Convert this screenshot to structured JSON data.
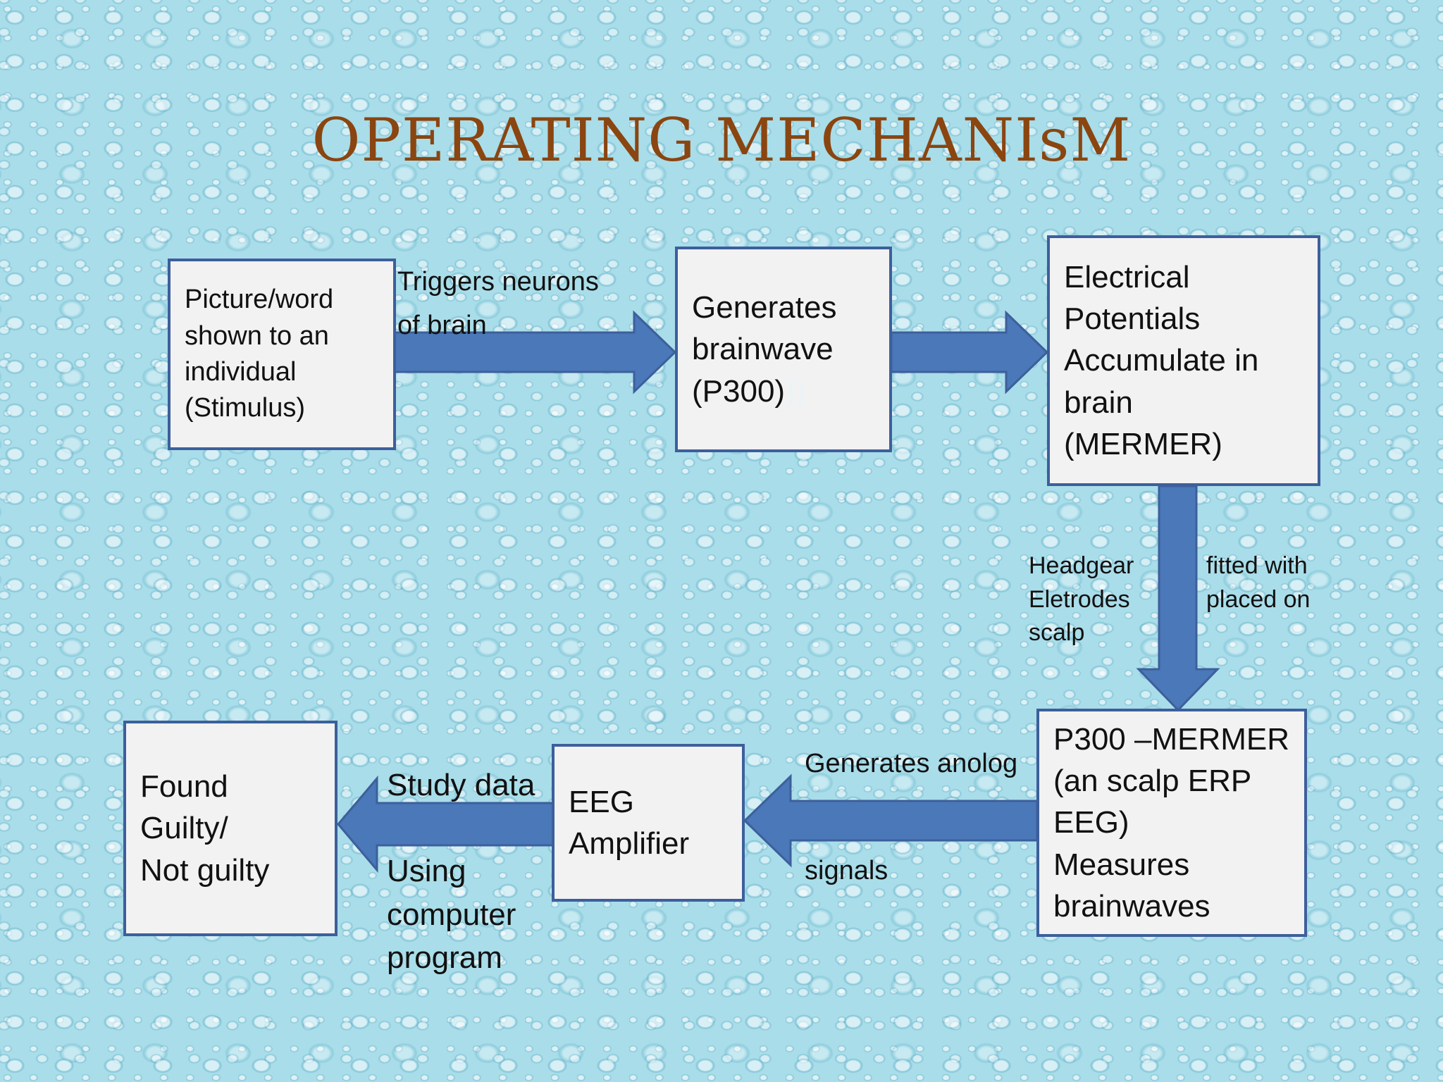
{
  "title": "OPERATING MECHANIsM",
  "colors": {
    "box_border": "#3d5f9b",
    "arrow_fill": "#4a78b8",
    "title": "#8a4510"
  },
  "nodes": {
    "stimulus": [
      "Picture/word",
      "shown to an",
      "individual",
      "(Stimulus)"
    ],
    "brainwave": [
      "Generates",
      "brainwave",
      "(P300)"
    ],
    "brainwave_ghost": "))",
    "potentials": [
      "Electrical",
      "Potentials",
      "Accumulate in",
      "brain",
      "(MERMER)"
    ],
    "p300": [
      "P300 –MERMER",
      "(an scalp ERP",
      "EEG)",
      "Measures",
      "brainwaves"
    ],
    "amplifier": [
      "EEG",
      "Amplifier"
    ],
    "verdict": [
      "Found",
      "Guilty/",
      "Not guilty"
    ]
  },
  "edge_labels": {
    "triggers": [
      "Triggers neurons",
      "of brain"
    ],
    "headgear_left": [
      "Headgear",
      "Eletrodes",
      "scalp"
    ],
    "headgear_right": [
      "fitted with",
      "placed on"
    ],
    "analog_top": "Generates anolog",
    "analog_bottom": "signals",
    "study_top": "Study data",
    "study_bottom": [
      "Using",
      "computer",
      "program"
    ]
  }
}
